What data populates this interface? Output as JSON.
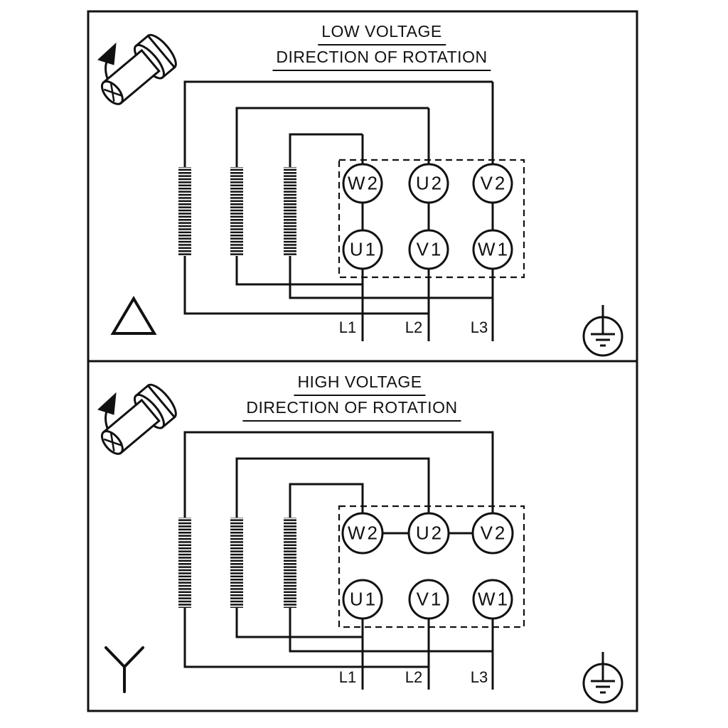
{
  "diagram": {
    "type": "motor-terminal-wiring",
    "panels": [
      {
        "name": "low-voltage",
        "title": "LOW VOLTAGE",
        "subtitle": "DIRECTION OF ROTATION",
        "connection_type": "delta",
        "terminals_top": [
          "W2",
          "U2",
          "V2"
        ],
        "terminals_bottom": [
          "U1",
          "V1",
          "W1"
        ],
        "supply_lines": [
          "L1",
          "L2",
          "L3"
        ],
        "icons": [
          "shaft-rotation-icon",
          "delta-connection-icon",
          "earth-ground-icon"
        ]
      },
      {
        "name": "high-voltage",
        "title": "HIGH VOLTAGE",
        "subtitle": "DIRECTION OF ROTATION",
        "connection_type": "star",
        "terminals_top": [
          "W2",
          "U2",
          "V2"
        ],
        "terminals_bottom": [
          "U1",
          "V1",
          "W1"
        ],
        "supply_lines": [
          "L1",
          "L2",
          "L3"
        ],
        "icons": [
          "shaft-rotation-icon",
          "wye-connection-icon",
          "earth-ground-icon"
        ]
      }
    ],
    "colors": {
      "ink": "#111111",
      "background": "#ffffff"
    }
  }
}
